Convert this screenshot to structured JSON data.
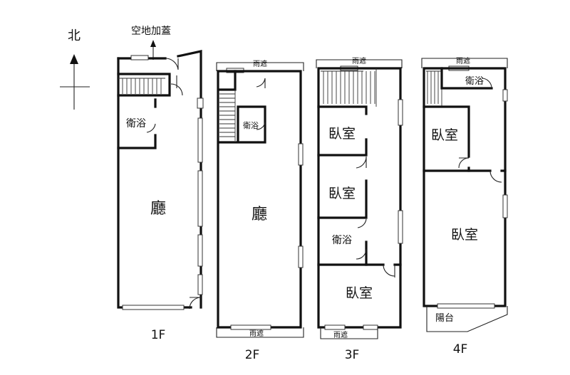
{
  "compass": {
    "north_label": "北"
  },
  "annotations": {
    "vacant_addition": "空地加蓋"
  },
  "floors": [
    {
      "label": "1F",
      "rooms": {
        "bath": "衛浴",
        "hall": "廳"
      }
    },
    {
      "label": "2F",
      "rooms": {
        "canopy_top": "雨遮",
        "bath": "衛浴",
        "hall": "廳",
        "canopy_bottom": "雨遮"
      }
    },
    {
      "label": "3F",
      "rooms": {
        "canopy_top": "雨遮",
        "bedroom_1": "臥室",
        "bedroom_2": "臥室",
        "bath": "衛浴",
        "bedroom_3": "臥室",
        "canopy_bottom": "雨遮"
      }
    },
    {
      "label": "4F",
      "rooms": {
        "canopy_top": "雨遮",
        "bath": "衛浴",
        "bedroom_1": "臥室",
        "bedroom_2": "臥室",
        "balcony": "陽台"
      }
    }
  ]
}
